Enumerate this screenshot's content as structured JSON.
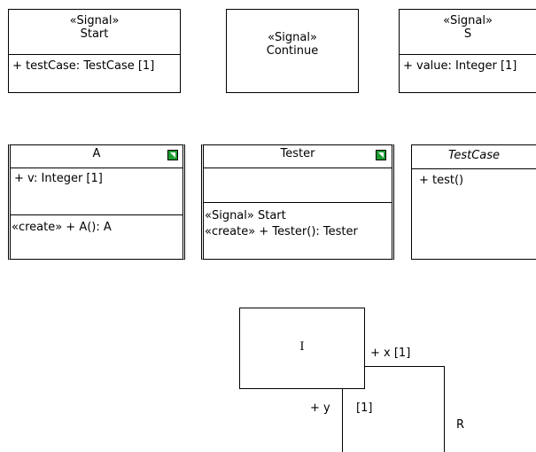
{
  "signal_start": {
    "stereotype": "«Signal»",
    "name": "Start",
    "attr": "+ testCase: TestCase [1]"
  },
  "signal_continue": {
    "stereotype": "«Signal»",
    "name": "Continue"
  },
  "signal_s": {
    "stereotype": "«Signal»",
    "name": "S",
    "attr": "+ value: Integer [1]"
  },
  "class_a": {
    "name": "A",
    "attr": "+ v: Integer [1]",
    "op": "«create»  + A(): A"
  },
  "class_tester": {
    "name": "Tester",
    "reception": "«Signal» Start",
    "op": "«create»  + Tester(): Tester"
  },
  "class_testcase": {
    "name": "TestCase",
    "op": "+ test()"
  },
  "class_i": {
    "name": "I"
  },
  "assoc_r": {
    "name": "R",
    "end_x": "+ x  [1]",
    "end_y_role": "+ y",
    "end_y_mult": "[1]"
  }
}
